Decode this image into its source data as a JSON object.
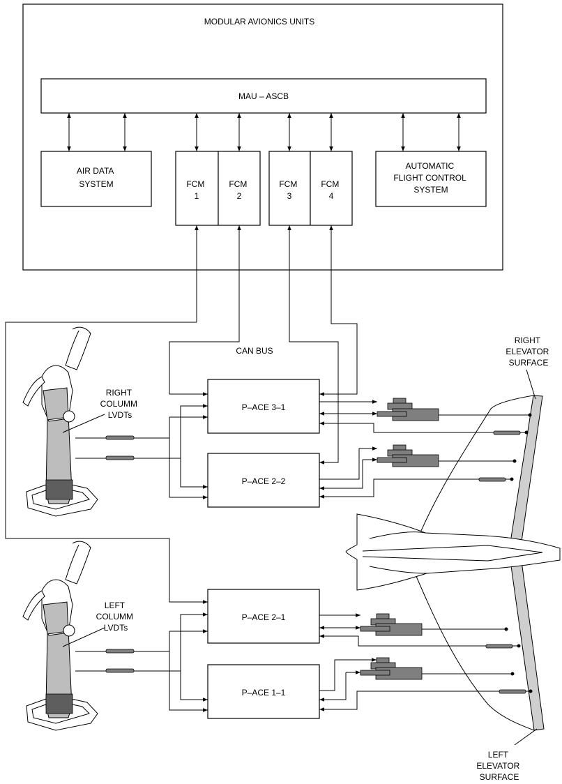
{
  "frame": {
    "title": "MODULAR AVIONICS UNITS"
  },
  "bus": {
    "label": "MAU – ASCB"
  },
  "modules": {
    "air_data": [
      "AIR DATA",
      "SYSTEM"
    ],
    "fcm1": [
      "FCM",
      "1"
    ],
    "fcm2": [
      "FCM",
      "2"
    ],
    "fcm3": [
      "FCM",
      "3"
    ],
    "fcm4": [
      "FCM",
      "4"
    ],
    "afcs": [
      "AUTOMATIC",
      "FLIGHT CONTROL",
      "SYSTEM"
    ]
  },
  "can_bus": {
    "label": "CAN BUS"
  },
  "pace": {
    "p31": "P–ACE 3–1",
    "p22": "P–ACE 2–2",
    "p21": "P–ACE 2–1",
    "p11": "P–ACE 1–1"
  },
  "columns": {
    "right": [
      "RIGHT",
      "COLUMM",
      "LVDTs"
    ],
    "left": [
      "LEFT",
      "COLUMM",
      "LVDTs"
    ]
  },
  "surfaces": {
    "right": [
      "RIGHT",
      "ELEVATOR",
      "SURFACE"
    ],
    "left": [
      "LEFT",
      "ELEVATOR",
      "SURFACE"
    ]
  }
}
